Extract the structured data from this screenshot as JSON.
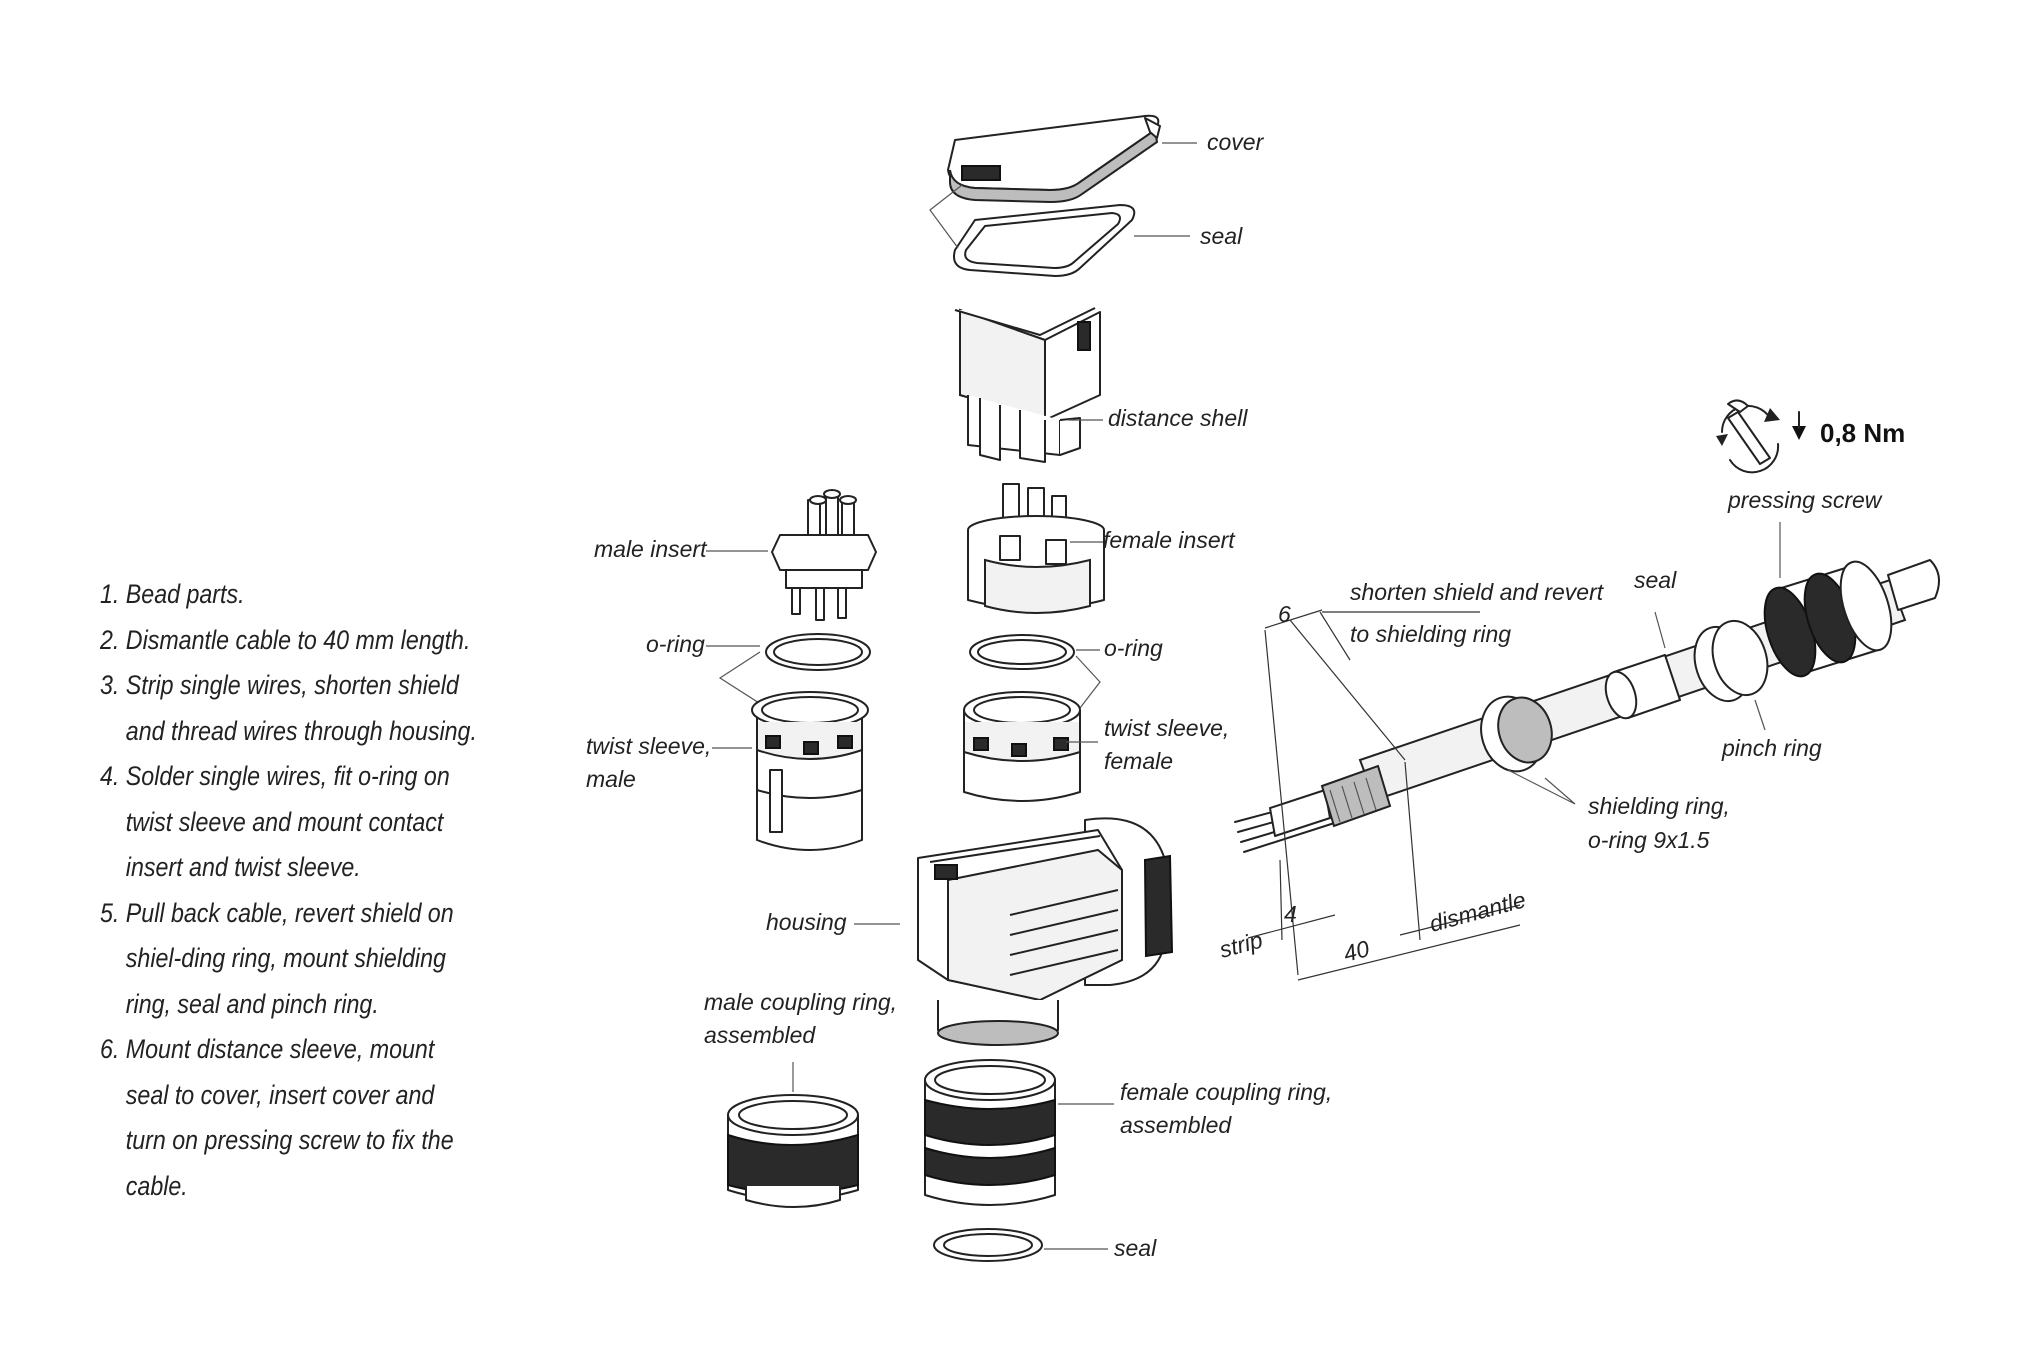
{
  "instructions": [
    {
      "num": "1.",
      "text": "Bead parts."
    },
    {
      "num": "2.",
      "text": "Dismantle cable to 40 mm length."
    },
    {
      "num": "3.",
      "text": "Strip single wires, shorten shield and thread wires through housing."
    },
    {
      "num": "4.",
      "text": "Solder single wires, fit o-ring on twist sleeve and mount contact insert and twist sleeve."
    },
    {
      "num": "5.",
      "text": "Pull back cable, revert shield on shiel-ding ring, mount shielding ring, seal and pinch ring."
    },
    {
      "num": "6.",
      "text": "Mount distance sleeve, mount seal to cover, insert cover and turn on pressing screw to fix the cable."
    }
  ],
  "labels": {
    "cover": "cover",
    "seal_top": "seal",
    "distance_shell": "distance shell",
    "male_insert": "male insert",
    "female_insert": "female insert",
    "o_ring_left": "o-ring",
    "o_ring_right": "o-ring",
    "twist_sleeve_male_1": "twist sleeve,",
    "twist_sleeve_male_2": "male",
    "twist_sleeve_female_1": "twist sleeve,",
    "twist_sleeve_female_2": "female",
    "housing": "housing",
    "male_coupling_1": "male coupling ring,",
    "male_coupling_2": "assembled",
    "female_coupling_1": "female coupling ring,",
    "female_coupling_2": "assembled",
    "seal_bottom": "seal",
    "shorten_shield_1": "shorten shield and revert",
    "shorten_shield_2": "to shielding ring",
    "seal_cable": "seal",
    "pressing_screw": "pressing screw",
    "pinch_ring": "pinch ring",
    "shielding_ring_1": "shielding ring,",
    "shielding_ring_2": "o-ring 9x1.5",
    "strip": "strip",
    "dismantle": "dismantle"
  },
  "dimensions": {
    "shield": "6",
    "strip": "4",
    "dismantle": "40"
  },
  "torque": {
    "value": "0,8 Nm",
    "icon": "wrench-rotate-icon"
  }
}
